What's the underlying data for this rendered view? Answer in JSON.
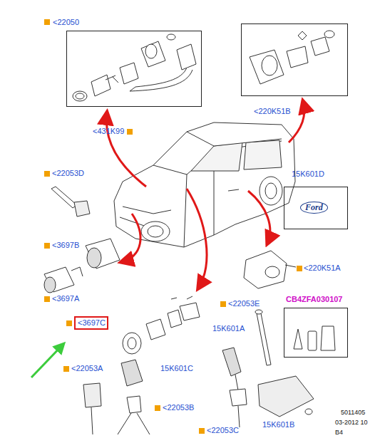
{
  "diagram": {
    "nodes": [
      {
        "text": [
          "<22050"
        ]
      },
      {
        "text": [
          "<220K51B"
        ]
      },
      {
        "text": [
          "15K601D",
          "Ford"
        ]
      },
      {
        "text": [
          "<3697C"
        ]
      },
      {
        "text": [
          "CB4ZFA030107"
        ]
      }
    ],
    "labels": [
      "<431K99",
      "<22053D",
      "<3697B",
      "<3697A",
      "<220K51A",
      "<22053E",
      "15K601A",
      "<22053A",
      "15K601C",
      "<22053B",
      "<22053C",
      "15K601B",
      "5011405",
      "03-2012 10",
      "B4"
    ]
  }
}
